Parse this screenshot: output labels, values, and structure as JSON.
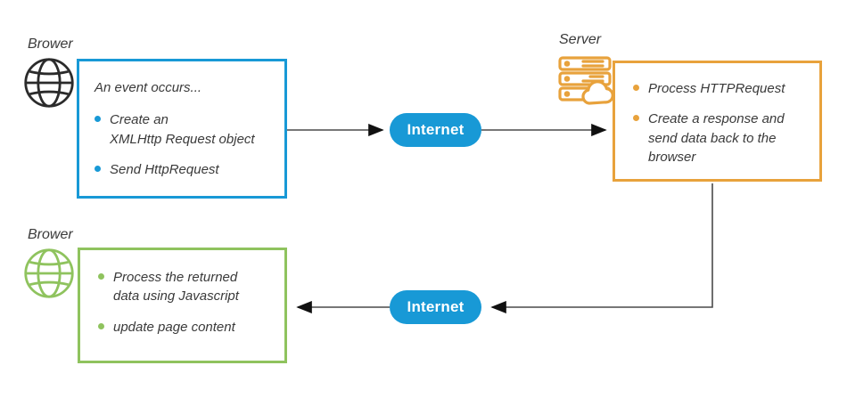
{
  "labels": {
    "browser_top": "Brower",
    "server": "Server",
    "browser_bottom": "Brower"
  },
  "boxes": {
    "browser_request": {
      "intro": "An event occurs...",
      "bullets": [
        "Create an\nXMLHttp Request object",
        "Send HttpRequest"
      ]
    },
    "server": {
      "bullets": [
        "Process HTTPRequest",
        "Create a response and\nsend data back to the\nbrowser"
      ]
    },
    "browser_response": {
      "bullets": [
        "Process the returned\ndata using Javascript",
        "update page content"
      ]
    }
  },
  "pills": {
    "top": "Internet",
    "bottom": "Internet"
  },
  "icons": {
    "browser_top": "globe-icon",
    "browser_bottom": "globe-icon",
    "server": "server-stack-cloud-icon"
  },
  "colors": {
    "blue": "#1899D6",
    "orange": "#E8A23C",
    "green": "#8FC35E",
    "ink": "#3A3A3A",
    "line": "#4A4A4A",
    "arrow": "#111111"
  }
}
